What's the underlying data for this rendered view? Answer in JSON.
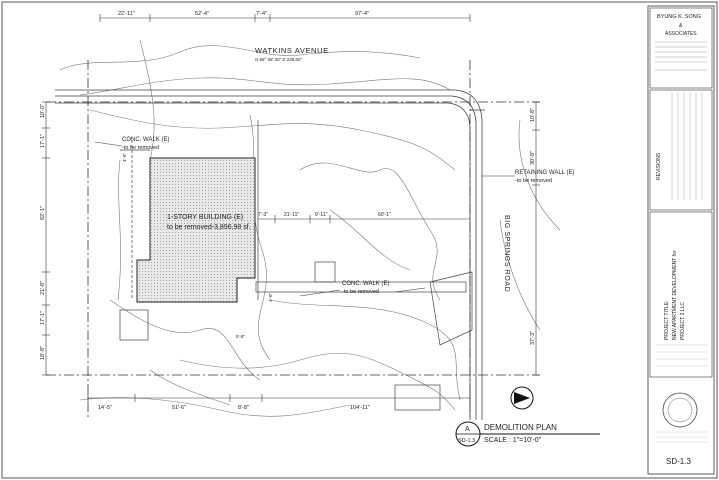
{
  "street": {
    "name": "WATKINS AVENUE",
    "bearing": "N 66° 08' 30\" E  228.00'",
    "road_name": "BIG SPRINGS ROAD"
  },
  "top_dims": [
    "22'-11\"",
    "52'-4\"",
    "7'-4\"",
    "97'-4\""
  ],
  "left_dims": [
    "10'-0\"",
    "17'-1\"",
    "62'-1\"",
    "21'-8\"",
    "17'-1\"",
    "18'-8\""
  ],
  "right_dims": [
    "10'-8\"",
    "30'-8\"",
    "37'-3\""
  ],
  "bottom_dims": [
    "14'-5\"",
    "51'-6\"",
    "8'-8\"",
    "104'-11\""
  ],
  "interior_dims": [
    "7'-3\"",
    "21'-11\"",
    "9'-11\"",
    "60'-1\""
  ],
  "small_dims": [
    "4'-0\"",
    "4'-0\"",
    "5'-5\""
  ],
  "annotations": {
    "conc_walk_1": "CONC. WALK (E)",
    "conc_walk_1_note": "-to be removed",
    "building_title": "1-STORY BUILDING (E)",
    "building_note": "to be removed-3,896.98 sf.",
    "retaining_wall": "RETAINING WALL (E)",
    "retaining_wall_note": "-to be removed",
    "conc_walk_2": "CONC. WALK (E)",
    "conc_walk_2_note": "-to be removed"
  },
  "drawing_title": {
    "letter": "A",
    "sheet": "SD-1.3",
    "title": "DEMOLITION PLAN",
    "scale": "SCALE : 1\"=10'-0\""
  },
  "title_block": {
    "firm_line1": "BYUNG K. SONG",
    "firm_line2": "&",
    "firm_line3": "ASSOCIATES",
    "revisions_label": "REVISIONS",
    "project_title_label": "PROJECT TITLE:",
    "project_line1": "NEW APARTMENT DEVELOPMENT for",
    "project_line2": "PROJECT 2 LLC",
    "sheet_number": "SD-1.3"
  },
  "colors": {
    "line": "#333333",
    "hatch": "#888888",
    "accent": "#000000"
  }
}
